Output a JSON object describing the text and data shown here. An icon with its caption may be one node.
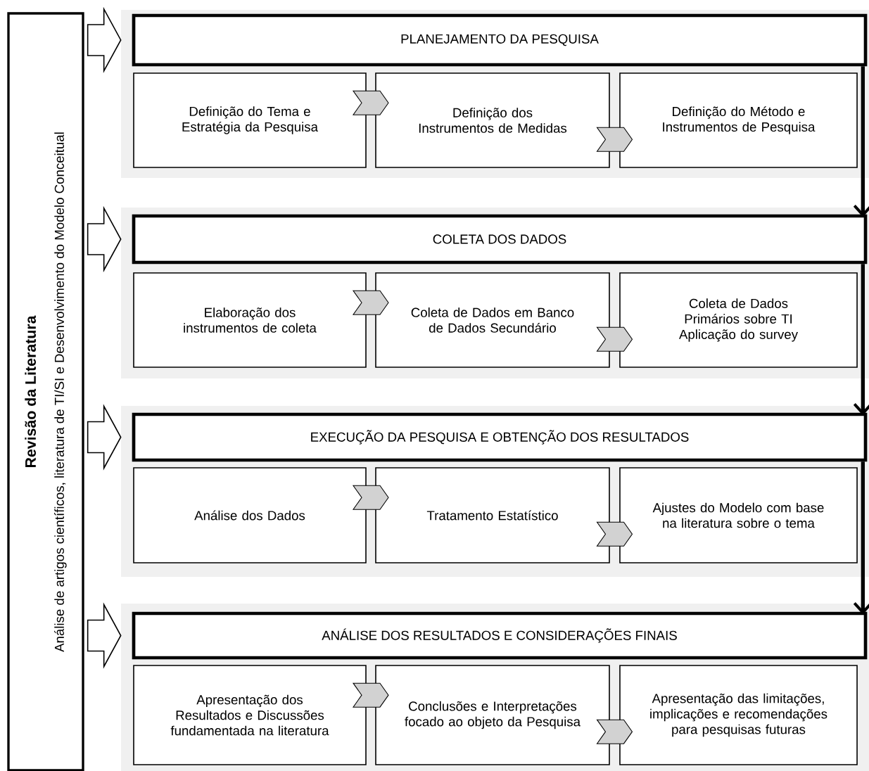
{
  "diagram": {
    "nodes": [
      {
        "text": [
          "Revisão da Literatura",
          "Análise de artigos científicos, literatura de TI/SI e Desenvolvimento do Modelo Conceitual"
        ]
      },
      {
        "text": [],
        "shape": "box"
      },
      {
        "text": [
          "PLANEJAMENTO DA PESQUISA"
        ],
        "in": 1
      },
      {
        "text": [
          "Definição do Tema e Estratégia da Pesquisa"
        ],
        "in": 1
      },
      {
        "text": [
          "Definição dos Instrumentos de Medidas"
        ],
        "in": 1
      },
      {
        "text": [
          "Definição do Método e Instrumentos de Pesquisa"
        ],
        "in": 1
      },
      {
        "text": [],
        "shape": "box"
      },
      {
        "text": [
          "COLETA DOS DADOS"
        ],
        "in": 6
      },
      {
        "text": [
          "Elaboração dos instrumentos de coleta"
        ],
        "in": 6
      },
      {
        "text": [
          "Coleta de Dados em Banco de Dados Secundário"
        ],
        "in": 6
      },
      {
        "text": [
          "Coleta de Dados Primários sobre TI",
          "Aplicação do survey"
        ],
        "in": 6
      },
      {
        "text": [],
        "shape": "box"
      },
      {
        "text": [
          "EXECUÇÃO DA PESQUISA E OBTENÇÃO DOS RESULTADOS"
        ],
        "in": 11
      },
      {
        "text": [
          "Análise dos Dados"
        ],
        "in": 11
      },
      {
        "text": [
          "Tratamento Estatístico"
        ],
        "in": 11
      },
      {
        "text": [
          "Ajustes do Modelo com base na literatura sobre o tema"
        ],
        "in": 11
      },
      {
        "text": [],
        "shape": "box"
      },
      {
        "text": [
          "ANÁLISE DOS RESULTADOS E CONSIDERAÇÕES FINAIS"
        ],
        "in": 16
      },
      {
        "text": [
          "Apresentação dos Resultados e Discussões fundamentada na literatura"
        ],
        "in": 16
      },
      {
        "text": [
          "Conclusões e Interpretações focado ao objeto da Pesquisa"
        ],
        "in": 16
      },
      {
        "text": [
          "Apresentação das limitações, implicações e recomendações para pesquisas futuras"
        ],
        "in": 16
      }
    ],
    "edges": [
      {
        "from": 0,
        "to": 2,
        "arrow": "to"
      },
      {
        "from": 0,
        "to": 7,
        "arrow": "to"
      },
      {
        "from": 0,
        "to": 12,
        "arrow": "to"
      },
      {
        "from": 0,
        "to": 17,
        "arrow": "to"
      },
      {
        "from": 3,
        "to": 4,
        "arrow": "to"
      },
      {
        "from": 4,
        "to": 5,
        "arrow": "to"
      },
      {
        "from": 8,
        "to": 9,
        "arrow": "to"
      },
      {
        "from": 9,
        "to": 10,
        "arrow": "to"
      },
      {
        "from": 13,
        "to": 14,
        "arrow": "to"
      },
      {
        "from": 14,
        "to": 15,
        "arrow": "to"
      },
      {
        "from": 18,
        "to": 19,
        "arrow": "to"
      },
      {
        "from": 19,
        "to": 20,
        "arrow": "to"
      },
      {
        "from": 2,
        "to": 7,
        "arrow": "to"
      },
      {
        "from": 7,
        "to": 12,
        "arrow": "to"
      },
      {
        "from": 12,
        "to": 17,
        "arrow": "to"
      }
    ]
  }
}
